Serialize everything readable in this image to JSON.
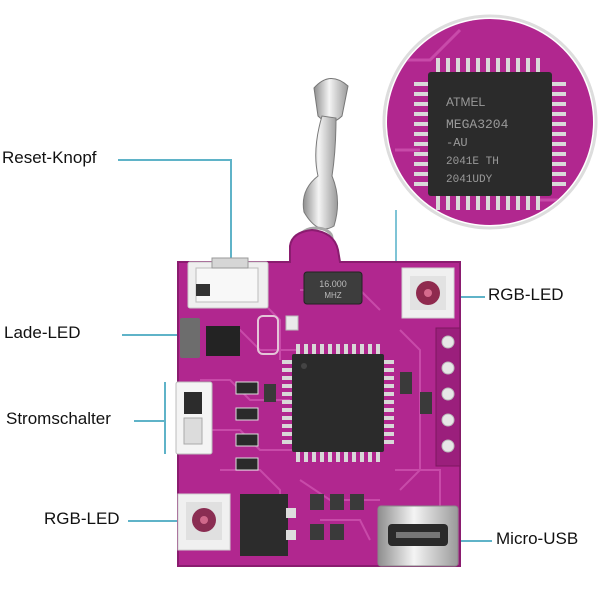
{
  "labels": {
    "reset": "Reset-Knopf",
    "charge_led": "Lade-LED",
    "power_switch": "Stromschalter",
    "rgb_led_top": "RGB-LED",
    "rgb_led_bottom": "RGB-LED",
    "micro_usb": "Micro-USB"
  },
  "chip_text": {
    "brand": "ATMEL",
    "model": "MEGA3204",
    "suffix": "-AU",
    "line3": "2041E TH",
    "line4": "2041UDY"
  },
  "crystal_text": {
    "freq": "16.000",
    "unit": "MHZ"
  },
  "colors": {
    "pcb": "#b1278f",
    "pcb_dark": "#8a1c6f",
    "trace": "#c84aa9",
    "callout_line": "#5fb3c8",
    "chip": "#2b2b2b"
  }
}
